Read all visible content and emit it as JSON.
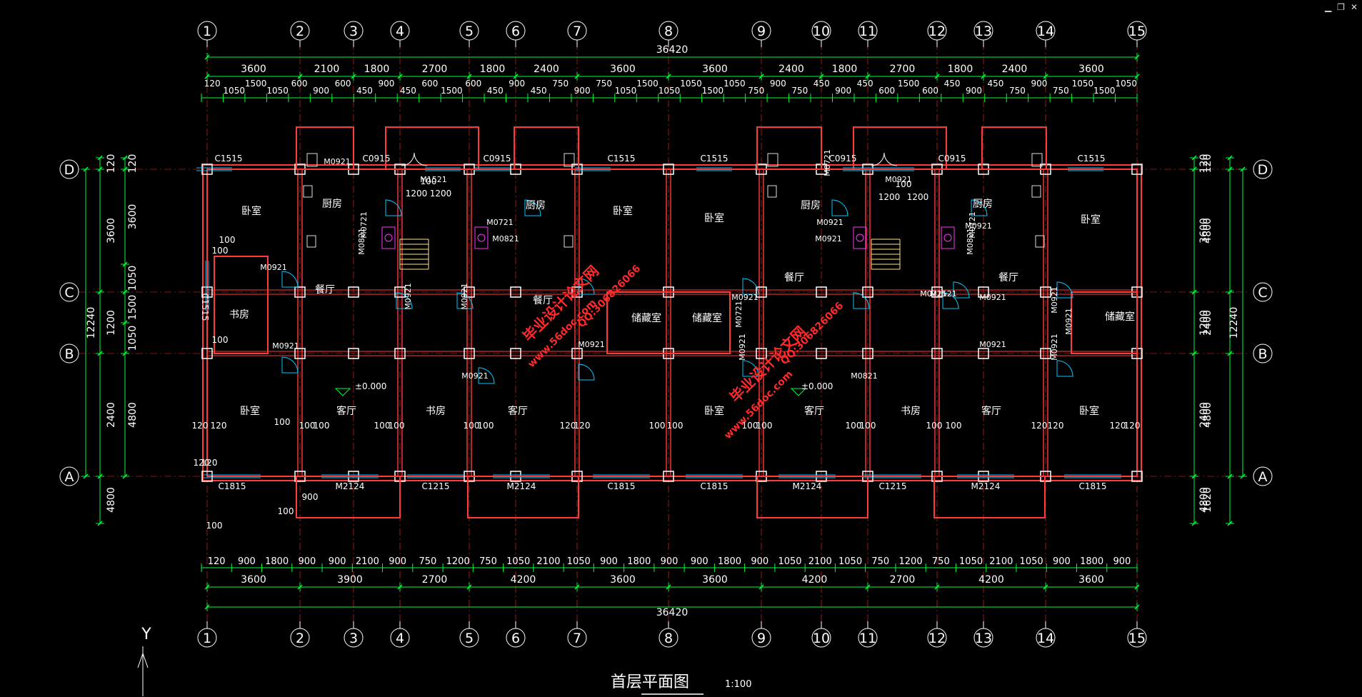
{
  "window_controls": {
    "minimize": "▁",
    "restore": "❐",
    "close": "✕"
  },
  "colors": {
    "background": "#000000",
    "dimension": "#00ff33",
    "grid_axis": "#ff2a2a",
    "wall": "#ff3a3a",
    "text": "#ffffff",
    "window": "#00c8ff",
    "door": "#00c8ff",
    "stair": "#ffe680",
    "fixture": "#dddddd",
    "bath": "#ff33ff",
    "watermark": "#ff2a2a"
  },
  "drawing": {
    "title": "首层平面图",
    "scale": "1:100",
    "level_mark": "±0.000",
    "axis_y": "Y",
    "axes_x": [
      "1",
      "2",
      "3",
      "4",
      "5",
      "6",
      "7",
      "8",
      "9",
      "10",
      "11",
      "12",
      "13",
      "14",
      "15"
    ],
    "axes_y": [
      "D",
      "C",
      "B",
      "A"
    ],
    "top_total": "36420",
    "bottom_total": "36420",
    "top_dims_1": [
      "3600",
      "2100",
      "1800",
      "2700",
      "1800",
      "2400",
      "3600",
      "3600",
      "2400",
      "1800",
      "2700",
      "1800",
      "2400",
      "3600"
    ],
    "top_dims_2": [
      "120",
      "1050",
      "1500",
      "1050",
      "600",
      "900",
      "600",
      "450",
      "900",
      "450",
      "600",
      "1500",
      "600",
      "450",
      "900",
      "450",
      "750",
      "900",
      "750",
      "1050",
      "1500",
      "1050",
      "1050",
      "1500",
      "1050",
      "750",
      "900",
      "750",
      "450",
      "900",
      "450",
      "600",
      "1500",
      "600",
      "450",
      "900",
      "450",
      "750",
      "900",
      "750",
      "1050",
      "1500",
      "1050"
    ],
    "bottom_dims_1": [
      "120",
      "900",
      "1800",
      "900",
      "900",
      "2100",
      "900",
      "750",
      "1200",
      "750",
      "1050",
      "2100",
      "1050",
      "900",
      "1800",
      "900",
      "900",
      "1800",
      "900",
      "1050",
      "2100",
      "1050",
      "750",
      "1200",
      "750",
      "1050",
      "2100",
      "1050",
      "900",
      "1800",
      "900"
    ],
    "bottom_dims_2": [
      "3600",
      "3900",
      "2700",
      "4200",
      "3600",
      "3600",
      "4200",
      "2700",
      "4200",
      "3600"
    ],
    "left_dims_outer": [
      "120",
      "3600",
      "1200",
      "2400",
      "4800",
      "1620"
    ],
    "left_dims_mid": [
      "3600",
      "1050",
      "1500",
      "1050",
      "4800",
      "120"
    ],
    "left_total": "12240",
    "right_dims_outer": [
      "120",
      "4800",
      "2400",
      "4800",
      "1620"
    ],
    "right_dims_mid": [
      "3600",
      "1200",
      "2400",
      "4800",
      "120"
    ],
    "right_total": "12240",
    "rooms": [
      "卧室",
      "厨房",
      "餐厅",
      "书房",
      "卧室",
      "客厅",
      "书房",
      "客厅",
      "厨房",
      "餐厅",
      "卧室",
      "卧室",
      "储藏室",
      "储藏室",
      "厨房",
      "餐厅",
      "卧室",
      "客厅",
      "书房",
      "客厅",
      "餐厅",
      "厨房",
      "储藏室",
      "卧室",
      "卧室",
      "卧室"
    ],
    "windows_top": [
      "C1515",
      "C0915",
      "C0915",
      "C1515",
      "C1515",
      "C0915",
      "C0915",
      "C1515"
    ],
    "windows_bottom": [
      "C1815",
      "M2124",
      "C1215",
      "M2124",
      "C1815",
      "C1815",
      "M2124",
      "C1215",
      "M2124",
      "C1815"
    ],
    "window_side": "C1515",
    "doors": [
      "M0921",
      "M0921",
      "M0921",
      "M0721",
      "M0821",
      "M1521",
      "M0721",
      "M0821",
      "M0921",
      "M0921",
      "M0921",
      "M0921",
      "M0921",
      "M0921",
      "M0721",
      "M0921",
      "M0921",
      "M0921",
      "M0721",
      "M0821",
      "M1521",
      "M0721",
      "M0821",
      "M0921",
      "M0921",
      "M0921",
      "M0921",
      "M0921",
      "M0721",
      "M0921"
    ],
    "misc_dims": [
      "1200",
      "1200",
      "100",
      "1200",
      "1200",
      "100",
      "100",
      "100",
      "100",
      "100",
      "900",
      "100",
      "100",
      "120",
      "120",
      "120",
      "120",
      "100",
      "100",
      "100",
      "100",
      "100",
      "100",
      "120",
      "120",
      "100",
      "100",
      "100",
      "100",
      "100",
      "100",
      "100",
      "100",
      "120",
      "120",
      "120",
      "120"
    ],
    "watermarks": [
      "毕业设计论文网",
      "www.56doc.com",
      "QQ:306826066"
    ]
  }
}
